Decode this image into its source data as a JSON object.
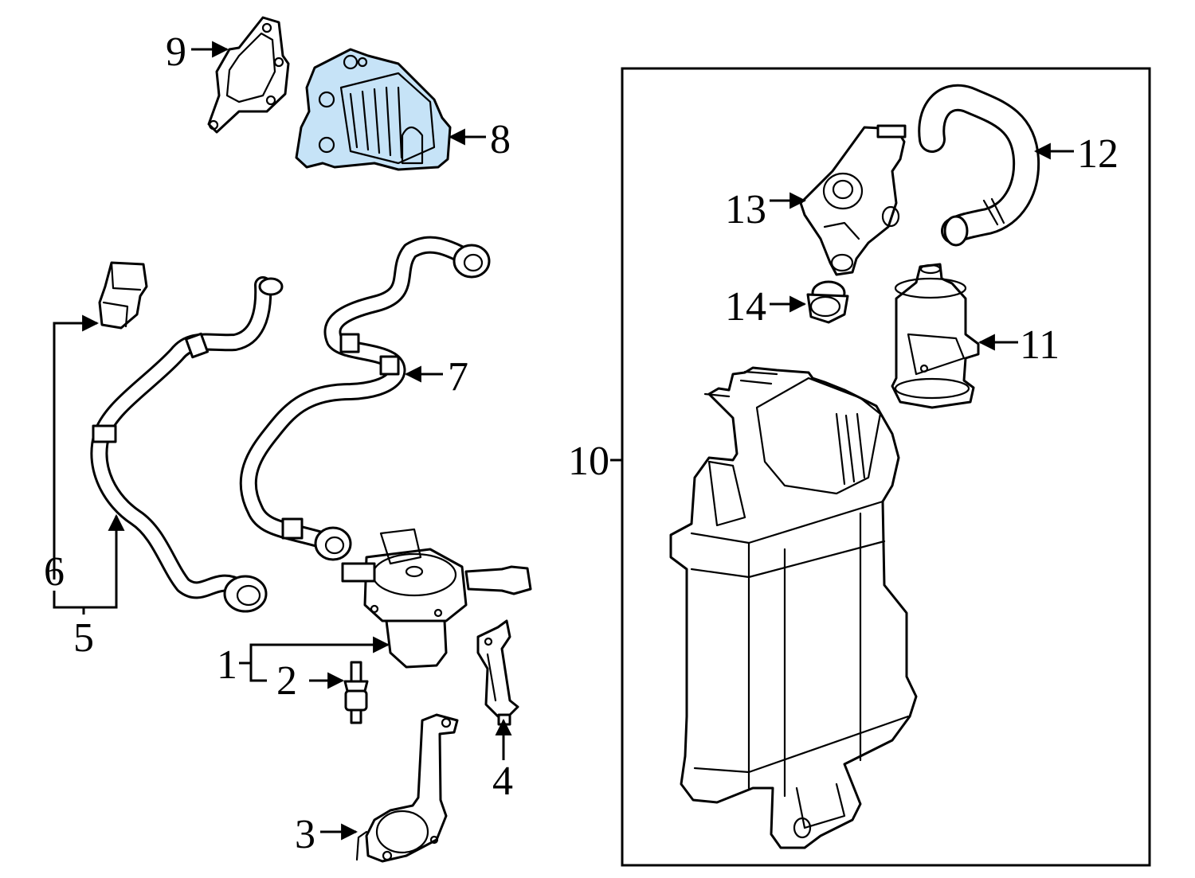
{
  "diagram": {
    "highlight_color": "#c6e3f7",
    "callouts": [
      {
        "id": "1",
        "text": "1"
      },
      {
        "id": "2",
        "text": "2"
      },
      {
        "id": "3",
        "text": "3"
      },
      {
        "id": "4",
        "text": "4"
      },
      {
        "id": "5",
        "text": "5"
      },
      {
        "id": "6",
        "text": "6"
      },
      {
        "id": "7",
        "text": "7"
      },
      {
        "id": "8",
        "text": "8"
      },
      {
        "id": "9",
        "text": "9"
      },
      {
        "id": "10",
        "text": "10"
      },
      {
        "id": "11",
        "text": "11"
      },
      {
        "id": "12",
        "text": "12"
      },
      {
        "id": "13",
        "text": "13"
      },
      {
        "id": "14",
        "text": "14"
      }
    ]
  }
}
